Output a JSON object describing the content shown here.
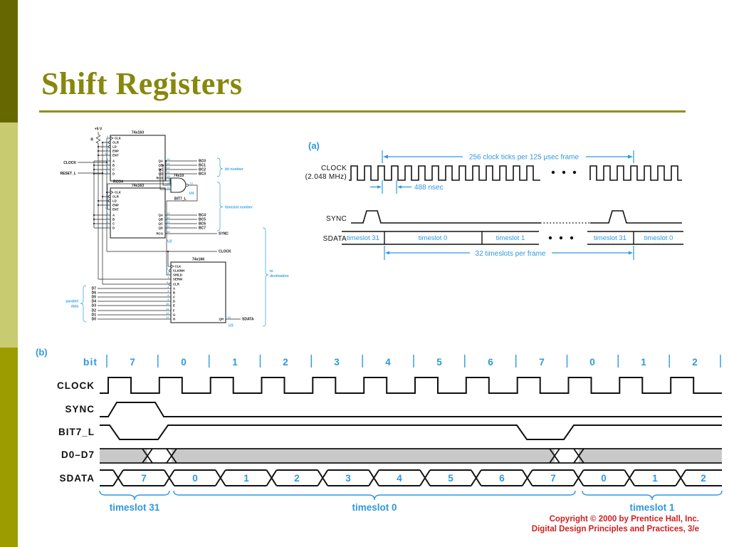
{
  "colors": {
    "accent_blue": "#2e98e0",
    "schematic_blue": "#3aa4e6",
    "olive_title": "#87870e",
    "sidebar_top": "#676700",
    "sidebar_middle": "#c9cb70",
    "sidebar_bottom": "#9c9c00",
    "copyright_red": "#cf1f1f",
    "bus_gray": "#c9c9c9"
  },
  "title": "Shift Registers",
  "schematic": {
    "power": "+5 V",
    "resistor": "R",
    "clock_in": "CLOCK",
    "reset_in": "RESET_L",
    "u1": {
      "part": "74x163",
      "ref": "U1",
      "lpins": [
        [
          "2",
          "CLK"
        ],
        [
          "1",
          "CLR"
        ],
        [
          "9",
          "LD"
        ],
        [
          "7",
          "ENP"
        ],
        [
          "10",
          "ENT"
        ],
        [
          "3",
          "A"
        ],
        [
          "4",
          "B"
        ],
        [
          "5",
          "C"
        ],
        [
          "6",
          "D"
        ]
      ],
      "rpins": [
        [
          "14",
          "QA"
        ],
        [
          "13",
          "QB"
        ],
        [
          "12",
          "QC"
        ],
        [
          "11",
          "QD"
        ],
        [
          "15",
          "RCO"
        ]
      ],
      "nets": [
        "BC0",
        "BC1",
        "BC2",
        "BC3"
      ]
    },
    "rco4": "RCO4",
    "u4": {
      "part": "74x10",
      "ref": "U4",
      "pin1": "1",
      "pin2": "2",
      "pin3": "13",
      "pout": "12",
      "net": "BIT7_L"
    },
    "u2": {
      "part": "74x163",
      "ref": "U2",
      "lpins": [
        [
          "2",
          "CLK"
        ],
        [
          "1",
          "CLR"
        ],
        [
          "9",
          "LD"
        ],
        [
          "7",
          "ENP"
        ],
        [
          "10",
          "ENT"
        ],
        [
          "3",
          "A"
        ],
        [
          "4",
          "B"
        ],
        [
          "5",
          "C"
        ],
        [
          "6",
          "D"
        ]
      ],
      "rpins": [
        [
          "14",
          "QA"
        ],
        [
          "13",
          "QB"
        ],
        [
          "12",
          "QC"
        ],
        [
          "11",
          "QD"
        ],
        [
          "15",
          "RCO"
        ]
      ],
      "nets": [
        "BC4",
        "BC5",
        "BC6",
        "BC7"
      ],
      "rco_net": "SYNC"
    },
    "clock_net": "CLOCK",
    "u3": {
      "part": "74x166",
      "ref": "U3",
      "lpins": [
        [
          "7",
          "CLK"
        ],
        [
          "6",
          "CLKINH"
        ],
        [
          "15",
          "SH/LD"
        ],
        [
          "1",
          "SERIN"
        ],
        [
          "9",
          "CLR"
        ],
        [
          "2",
          "A"
        ],
        [
          "3",
          "B"
        ],
        [
          "4",
          "C"
        ],
        [
          "5",
          "D"
        ],
        [
          "10",
          "E"
        ],
        [
          "11",
          "F"
        ],
        [
          "12",
          "G"
        ],
        [
          "14",
          "H"
        ]
      ],
      "qh_pin": "13",
      "qh": "QH",
      "net": "SDATA"
    },
    "dins": [
      "D7",
      "D6",
      "D5",
      "D4",
      "D3",
      "D2",
      "D1",
      "D0"
    ],
    "ann": {
      "bit": "bit number",
      "timeslot": "timeslot number",
      "par1": "parallel",
      "par2": "data",
      "dest1": "to",
      "dest2": "destination"
    }
  },
  "diagram_a": {
    "label": "(a)",
    "clock1": "CLOCK",
    "clock2": "(2.048 MHz)",
    "frame_note": "256 clock ticks per 125 μsec frame",
    "period_note": "488 nsec",
    "sync": "SYNC",
    "sdata": "SDATA",
    "slots": [
      "timeslot 31",
      "timeslot 0",
      "timeslot 1",
      "timeslot 31",
      "timeslot 0"
    ],
    "slots_note": "32 timeslots per frame"
  },
  "diagram_b": {
    "label": "(b)",
    "bit": "bit",
    "bits": [
      "7",
      "0",
      "1",
      "2",
      "3",
      "4",
      "5",
      "6",
      "7",
      "0",
      "1",
      "2"
    ],
    "row_clock": "CLOCK",
    "row_sync": "SYNC",
    "row_bit7": "BIT7_L",
    "row_d": "D0–D7",
    "row_sdata": "SDATA",
    "sdata_vals": [
      "7",
      "0",
      "1",
      "2",
      "3",
      "4",
      "5",
      "6",
      "7",
      "0",
      "1",
      "2"
    ],
    "ts31": "timeslot 31",
    "ts0": "timeslot 0",
    "ts1": "timeslot 1"
  },
  "footer": {
    "line1": "Copyright © 2000 by Prentice Hall, Inc.",
    "line2": "Digital Design Principles and Practices, 3/e"
  }
}
